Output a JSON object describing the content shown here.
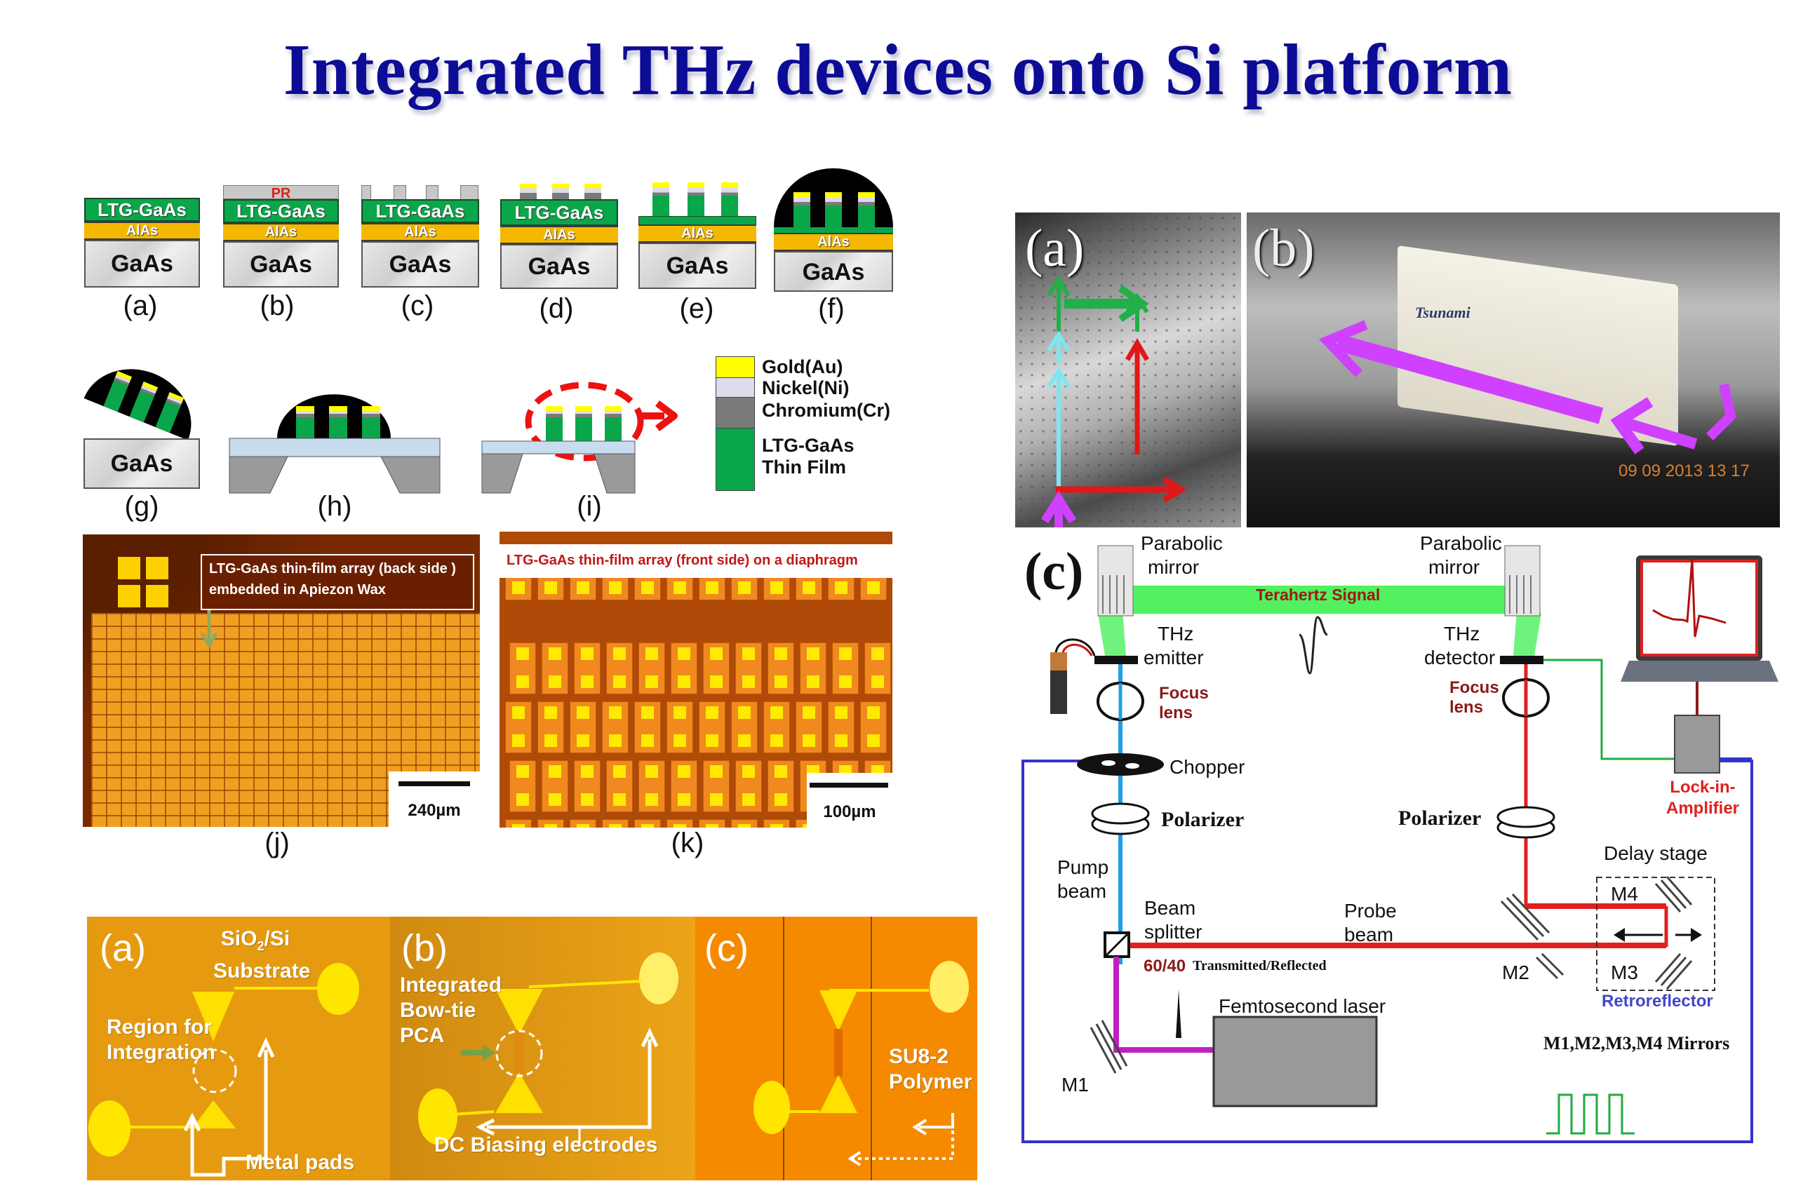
{
  "title": "Integrated THz devices onto Si platform",
  "fabrication": {
    "layers": {
      "ltg": "LTG-GaAs",
      "alas": "AlAs",
      "gaas": "GaAs",
      "pr": "PR"
    },
    "step_labels": [
      "(a)",
      "(b)",
      "(c)",
      "(d)",
      "(e)",
      "(f)",
      "(g)",
      "(h)",
      "(i)"
    ],
    "legend": [
      {
        "label": "Gold(Au)",
        "color": "#ffff00"
      },
      {
        "label": "Nickel(Ni)",
        "color": "#dcdcec"
      },
      {
        "label": "Chromium(Cr)",
        "color": "#7a7a7a"
      },
      {
        "label": "LTG-GaAs",
        "color": "#0aa64a"
      },
      {
        "label": "Thin Film",
        "color": "#0aa64a"
      }
    ]
  },
  "micrographs": {
    "j": {
      "caption_line1": "LTG-GaAs thin-film array (back side )",
      "caption_line2": "embedded in Apiezon Wax",
      "scale": "240µm",
      "label": "(j)"
    },
    "k": {
      "caption": "LTG-GaAs thin-film array (front side) on a diaphragm",
      "scale": "100µm",
      "label": "(k)"
    }
  },
  "bowtie": {
    "a": {
      "label": "(a)",
      "substrate_l1": "SiO",
      "substrate_sub": "2",
      "substrate_l1b": "/Si",
      "substrate_l2": "Substrate",
      "region_l1": "Region for",
      "region_l2": "Integration",
      "pads": "Metal pads"
    },
    "b": {
      "label": "(b)",
      "pca_l1": "Integrated",
      "pca_l2": "Bow-tie",
      "pca_l3": "PCA",
      "electrodes": "DC Biasing electrodes"
    },
    "c": {
      "label": "(c)",
      "polymer_l1": "SU8-2",
      "polymer_l2": "Polymer"
    }
  },
  "photos": {
    "a_label": "(a)",
    "b_label": "(b)",
    "laser_brand": "Tsunami",
    "timestamp": "09 09 2013 13 17"
  },
  "schematic": {
    "label": "(c)",
    "parabolic_left": [
      "Parabolic",
      "mirror"
    ],
    "parabolic_right": [
      "Parabolic",
      "mirror"
    ],
    "thz_signal": "Terahertz Signal",
    "emitter": [
      "THz",
      "emitter"
    ],
    "detector": [
      "THz",
      "detector"
    ],
    "focus_left": [
      "Focus",
      "lens"
    ],
    "focus_right": [
      "Focus",
      "lens"
    ],
    "chopper": "Chopper",
    "polarizer_left": "Polarizer",
    "polarizer_right": "Polarizer",
    "lockin": [
      "Lock-in-",
      "Amplifier"
    ],
    "delay_stage": "Delay stage",
    "pump": [
      "Pump",
      "beam"
    ],
    "beam_splitter": [
      "Beam",
      "splitter"
    ],
    "probe": [
      "Probe",
      "beam"
    ],
    "ratio": "60/40",
    "ratio_desc": "Transmitted/Reflected",
    "femto": "Femtosecond laser",
    "m1": "M1",
    "m2": "M2",
    "m3": "M3",
    "m4": "M4",
    "retro": "Retroreflector",
    "mirrors_note": "M1,M2,M3,M4 Mirrors",
    "colors": {
      "pump": "#1ea0e6",
      "probe": "#e02020",
      "laser": "#c020c0",
      "thz": "#33ee44",
      "border": "#3333cc",
      "signal": "#22aa44"
    }
  }
}
